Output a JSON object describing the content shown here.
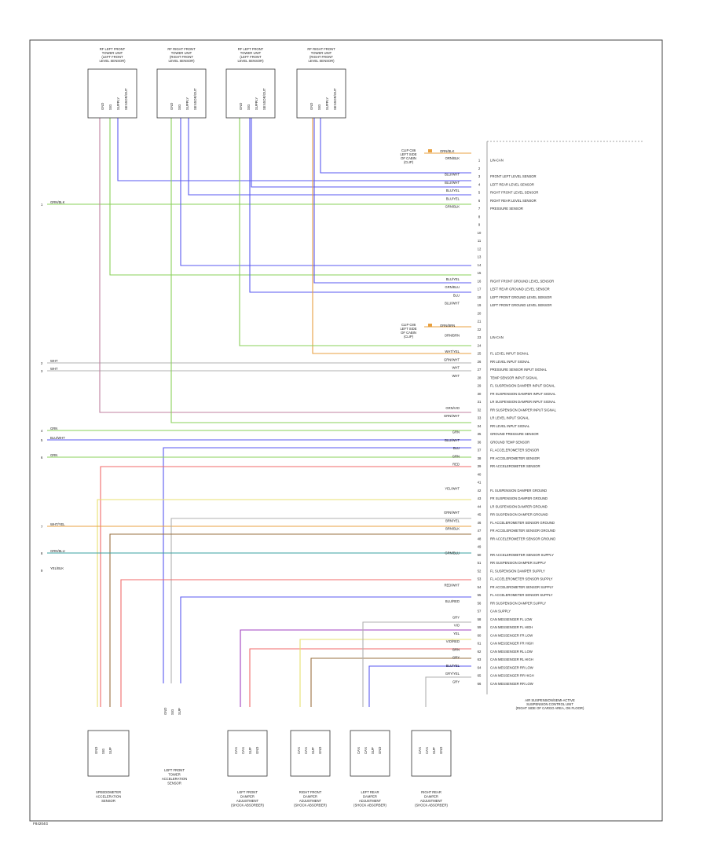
{
  "diagram_id": "F84204G",
  "top_sensors": [
    {
      "label": "RF LEFT FRONT\nTOWER UNIT\n(LEFT FRONT\nLEVEL SENSOR)",
      "pins": [
        "GND",
        "SIG",
        "SUPPLY",
        "SENSOR/OUT"
      ]
    },
    {
      "label": "RF RIGHT FRONT\nTOWER UNIT\n(RIGHT FRONT\nLEVEL SENSOR)",
      "pins": [
        "GND",
        "SIG",
        "SUPPLY",
        "SENSOR/OUT"
      ]
    },
    {
      "label": "RF LEFT FRONT\nTOWER UNIT\n(LEFT FRONT\nLEVEL SENSOR)",
      "pins": [
        "GND",
        "SIG",
        "SUPPLY",
        "SENSOR/OUT"
      ]
    },
    {
      "label": "RF RIGHT FRONT\nTOWER UNIT\n(RIGHT FRONT\nLEVEL SENSOR)",
      "pins": [
        "GND",
        "SIG",
        "SUPPLY",
        "SENSOR/OUT"
      ]
    }
  ],
  "connector_labels": [
    {
      "text": "CLIP C86\nLEFT SIDE\nOF CABIN\n(CLIP)",
      "wire": "ORN/BLK"
    },
    {
      "text": "CLIP C86\nLEFT SIDE\nOF CABIN\n(CLIP)",
      "wire": "ORN/BRN"
    }
  ],
  "module_pins": [
    {
      "pin": "1",
      "wire": "ORN/BLK",
      "func": "LIN-CAN"
    },
    {
      "pin": "2",
      "wire": "",
      "func": ""
    },
    {
      "pin": "3",
      "wire": "BLU/WHT",
      "func": "FRONT LEFT LEVEL SENSOR"
    },
    {
      "pin": "4",
      "wire": "BLU/WHT",
      "func": "LEFT REAR LEVEL SENSOR"
    },
    {
      "pin": "5",
      "wire": "BLU/YEL",
      "func": "RIGHT FRONT LEVEL SENSOR"
    },
    {
      "pin": "6",
      "wire": "BLU/YEL",
      "func": "RIGHT REAR LEVEL SENSOR"
    },
    {
      "pin": "7",
      "wire": "GRN/BLK",
      "func": "PRESSURE SENSOR"
    },
    {
      "pin": "8",
      "wire": "",
      "func": ""
    },
    {
      "pin": "9",
      "wire": "",
      "func": ""
    },
    {
      "pin": "10",
      "wire": "",
      "func": ""
    },
    {
      "pin": "11",
      "wire": "",
      "func": ""
    },
    {
      "pin": "12",
      "wire": "",
      "func": ""
    },
    {
      "pin": "13",
      "wire": "",
      "func": ""
    },
    {
      "pin": "14",
      "wire": "",
      "func": ""
    },
    {
      "pin": "15",
      "wire": "",
      "func": ""
    },
    {
      "pin": "16",
      "wire": "BLU/YEL",
      "func": "RIGHT FRONT GROUND LEVEL SENSOR"
    },
    {
      "pin": "17",
      "wire": "GRN/BLU",
      "func": "LEFT REAR GROUND LEVEL SENSOR"
    },
    {
      "pin": "18",
      "wire": "BLU",
      "func": "LEFT FRONT GROUND LEVEL SENSOR"
    },
    {
      "pin": "19",
      "wire": "BLU/WHT",
      "func": "LEFT FRONT GROUND LEVEL SENSOR"
    },
    {
      "pin": "20",
      "wire": "",
      "func": ""
    },
    {
      "pin": "21",
      "wire": "",
      "func": ""
    },
    {
      "pin": "22",
      "wire": "",
      "func": ""
    },
    {
      "pin": "23",
      "wire": "ORN/BRN",
      "func": "LIN-CAN"
    },
    {
      "pin": "24",
      "wire": "",
      "func": ""
    },
    {
      "pin": "25",
      "wire": "WHT/YEL",
      "func": "FL LEVEL INPUT SIGNAL"
    },
    {
      "pin": "26",
      "wire": "GRN/WHT",
      "func": "RR LEVEL INPUT SIGNAL"
    },
    {
      "pin": "27",
      "wire": "WHT",
      "func": "PRESSURE SENSOR INPUT SIGNAL"
    },
    {
      "pin": "28",
      "wire": "WHT",
      "func": "TEMP SENSOR INPUT SIGNAL"
    },
    {
      "pin": "29",
      "wire": "",
      "func": "FL SUSPENSION DAMPER INPUT SIGNAL"
    },
    {
      "pin": "30",
      "wire": "",
      "func": "FR SUSPENSION DAMPER INPUT SIGNAL"
    },
    {
      "pin": "31",
      "wire": "",
      "func": "LR SUSPENSION DAMPER INPUT SIGNAL"
    },
    {
      "pin": "32",
      "wire": "GRN/VIO",
      "func": "RR SUSPENSION DAMPER INPUT SIGNAL"
    },
    {
      "pin": "33",
      "wire": "GRN/WHT",
      "func": "LR LEVEL INPUT SIGNAL"
    },
    {
      "pin": "34",
      "wire": "",
      "func": "RR LEVEL INPUT SIGNAL"
    },
    {
      "pin": "35",
      "wire": "GRN",
      "func": "GROUND PRESSURE SENSOR"
    },
    {
      "pin": "36",
      "wire": "BLU/WHT",
      "func": "GROUND TEMP SENSOR"
    },
    {
      "pin": "37",
      "wire": "BLU",
      "func": "FL ACCELEROMETER SENSOR"
    },
    {
      "pin": "38",
      "wire": "GRN",
      "func": "FR ACCELEROMETER SENSOR"
    },
    {
      "pin": "39",
      "wire": "RED",
      "func": "RR ACCELEROMETER SENSOR"
    },
    {
      "pin": "40",
      "wire": "",
      "func": ""
    },
    {
      "pin": "41",
      "wire": "",
      "func": ""
    },
    {
      "pin": "42",
      "wire": "YEL/WHT",
      "func": "FL SUSPENSION DAMPER GROUND"
    },
    {
      "pin": "43",
      "wire": "",
      "func": "FR SUSPENSION DAMPER GROUND"
    },
    {
      "pin": "44",
      "wire": "",
      "func": "LR SUSPENSION DAMPER GROUND"
    },
    {
      "pin": "45",
      "wire": "GRN/WHT",
      "func": "RR SUSPENSION DAMPER GROUND"
    },
    {
      "pin": "46",
      "wire": "BRN/YEL",
      "func": "FL ACCELEROMETER SENSOR GROUND"
    },
    {
      "pin": "47",
      "wire": "BRN/BLK",
      "func": "FR ACCELEROMETER SENSOR GROUND"
    },
    {
      "pin": "48",
      "wire": "",
      "func": "RR ACCELEROMETER SENSOR GROUND"
    },
    {
      "pin": "49",
      "wire": "",
      "func": ""
    },
    {
      "pin": "50",
      "wire": "GRN/BLU",
      "func": "RR ACCELEROMETER SENSOR SUPPLY"
    },
    {
      "pin": "51",
      "wire": "",
      "func": "RR SUSPENSION DAMPER SUPPLY"
    },
    {
      "pin": "52",
      "wire": "",
      "func": "FL SUSPENSION DAMPER SUPPLY"
    },
    {
      "pin": "53",
      "wire": "",
      "func": "FL ACCELEROMETER SENSOR SUPPLY"
    },
    {
      "pin": "54",
      "wire": "RED/WHT",
      "func": "FR ACCELEROMETER SENSOR SUPPLY"
    },
    {
      "pin": "55",
      "wire": "",
      "func": "FL ACCELEROMETER SENSOR SUPPLY"
    },
    {
      "pin": "56",
      "wire": "BLU/RED",
      "func": "RR SUSPENSION DAMPER SUPPLY"
    },
    {
      "pin": "57",
      "wire": "",
      "func": "CAN SUPPLY"
    },
    {
      "pin": "58",
      "wire": "GRY",
      "func": "CAN MESSENGER FL LOW"
    },
    {
      "pin": "59",
      "wire": "VIO",
      "func": "CAN MESSENGER FL HIGH"
    },
    {
      "pin": "60",
      "wire": "YEL",
      "func": "CAN MESSENGER FR LOW"
    },
    {
      "pin": "61",
      "wire": "VIO/RED",
      "func": "CAN MESSENGER FR HIGH"
    },
    {
      "pin": "62",
      "wire": "BRN",
      "func": "CAN MESSENGER RL LOW"
    },
    {
      "pin": "63",
      "wire": "GRY",
      "func": "CAN MESSENGER RL HIGH"
    },
    {
      "pin": "64",
      "wire": "BLU/YEL",
      "func": "CAN MESSENGER RR LOW"
    },
    {
      "pin": "65",
      "wire": "GRY/YEL",
      "func": "CAN MESSENGER RR HIGH"
    },
    {
      "pin": "66",
      "wire": "GRY",
      "func": "CAN MESSENGER RR LOW"
    }
  ],
  "module_name": "AIR SUSPENSION/SEMI-ACTIVE\nSUSPENSION CONTROL UNIT\n(RIGHT SIDE OF CARGO AREA, ON FLOOR)",
  "left_stubs": [
    {
      "text": "GRN/BLK",
      "mark": "1"
    },
    {
      "text": "WHT",
      "mark": "2"
    },
    {
      "text": "WHT",
      "mark": "3"
    },
    {
      "text": "GRN",
      "mark": "4"
    },
    {
      "text": "BLU/WHT",
      "mark": "5"
    },
    {
      "text": "GRN",
      "mark": "6"
    },
    {
      "text": "WHT/YEL",
      "mark": "7"
    },
    {
      "text": "GRN/BLU",
      "mark": "8"
    },
    {
      "text": "YEL/BLK",
      "mark": "9"
    }
  ],
  "bottom_devices": [
    {
      "label": "SPEEDOMETER\nACCELERATION\nSENSOR",
      "pins": [
        "GND",
        "SIG",
        "SUP"
      ]
    },
    {
      "label": "LEFT FRONT\nTOWER\nACCELERATION\nSENSOR",
      "pins": [
        "GND",
        "SIG",
        "SUP"
      ]
    },
    {
      "label": "LEFT FRONT\nDAMPER\nADJUSTMENT\n(SHOCK ABSORBER)",
      "pins": [
        "CAN",
        "CAN",
        "SUP",
        "GND"
      ]
    },
    {
      "label": "RIGHT FRONT\nDAMPER\nADJUSTMENT\n(SHOCK ABSORBER)",
      "pins": [
        "CAN",
        "CAN",
        "SUP",
        "GND"
      ]
    },
    {
      "label": "LEFT REAR\nDAMPER\nADJUSTMENT\n(SHOCK ABSORBER)",
      "pins": [
        "CAN",
        "CAN",
        "SUP",
        "GND"
      ]
    },
    {
      "label": "RIGHT REAR\nDAMPER\nADJUSTMENT\n(SHOCK ABSORBER)",
      "pins": [
        "CAN",
        "CAN",
        "SUP",
        "GND"
      ]
    }
  ],
  "colors": {
    "blue": "#5a5af0",
    "green": "#8ad05a",
    "red": "#f06a6a",
    "yellow": "#e8e070",
    "orange": "#e8a040",
    "violet": "#a040c0",
    "teal": "#3aa0a0",
    "gray": "#b0b0b0",
    "brown": "#9a7040"
  }
}
